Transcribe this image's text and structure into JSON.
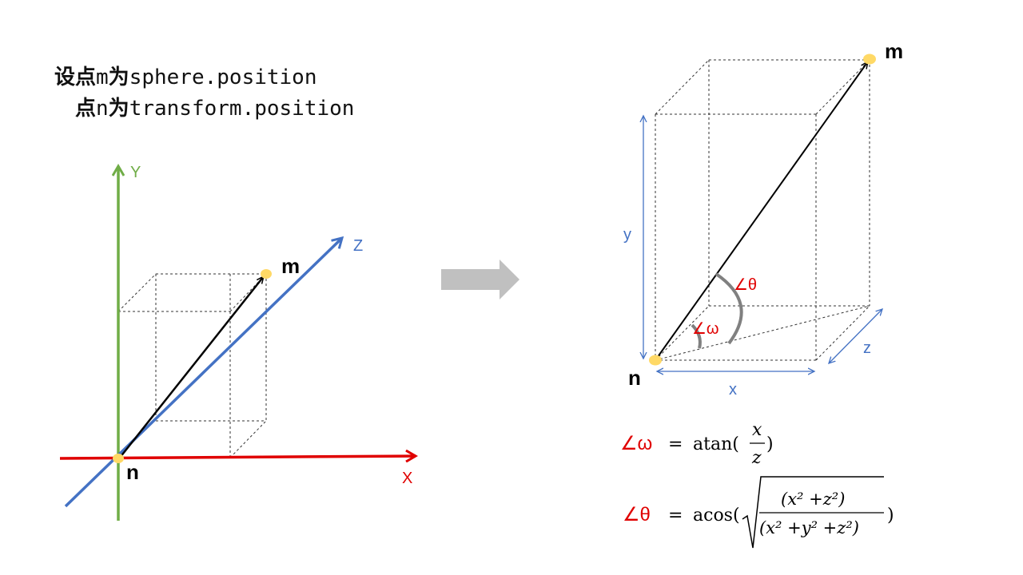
{
  "caption": {
    "line1_prefix": "设点",
    "line1_point": "m",
    "line1_mid": "为",
    "line1_code": "sphere.position",
    "line2_prefix": "点",
    "line2_point": "n",
    "line2_mid": "为",
    "line2_code": "transform.position"
  },
  "left_diagram": {
    "axis_y": "Y",
    "axis_z": "Z",
    "axis_x": "X",
    "point_m": "m",
    "point_n": "n"
  },
  "right_diagram": {
    "point_m": "m",
    "point_n": "n",
    "dim_y": "y",
    "dim_x": "x",
    "dim_z": "z",
    "angle_theta": "∠θ",
    "angle_omega": "∠ω"
  },
  "formulas": {
    "omega_label": "∠ω",
    "omega_eq": "=",
    "omega_fn": "atan(",
    "omega_num": "x",
    "omega_den": "z",
    "omega_close": ")",
    "theta_label": "∠θ",
    "theta_eq": "=",
    "theta_fn": "acos(",
    "theta_num": "(x² +z²)",
    "theta_den": "(x² +y² +z²)",
    "theta_close": ")"
  },
  "colors": {
    "axis_y": "#70ad47",
    "axis_z": "#4472c4",
    "axis_x": "#e00000",
    "point": "#ffd966",
    "arrow_gray": "#c0c0c0",
    "angle_red": "#e00000",
    "dim_blue": "#4472c4"
  }
}
